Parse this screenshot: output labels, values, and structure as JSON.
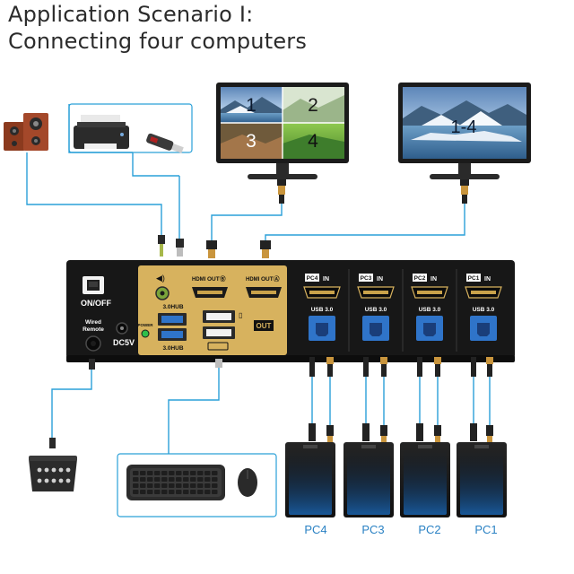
{
  "title": {
    "line1": "Application Scenario I:",
    "line2": "Connecting four computers"
  },
  "monitors": [
    {
      "quadrants": [
        "1",
        "2",
        "3",
        "4"
      ]
    },
    {
      "label": "1-4"
    }
  ],
  "switch": {
    "on_off": "ON/OFF",
    "wired_remote": [
      "Wired",
      "Remote"
    ],
    "dc": "DC5V",
    "power": "POWER",
    "hub_left": "3.0HUB",
    "hub_right": "3.0HUB",
    "out_b": "OUT",
    "out_a": "OUT",
    "out_label": "OUT",
    "inputs": [
      {
        "port": "PC4",
        "in": "IN",
        "usb": "USB 3.0"
      },
      {
        "port": "PC3",
        "in": "IN",
        "usb": "USB 3.0"
      },
      {
        "port": "PC2",
        "in": "IN",
        "usb": "USB 3.0"
      },
      {
        "port": "PC1",
        "in": "IN",
        "usb": "USB 3.0"
      }
    ]
  },
  "pcs": [
    "PC4",
    "PC3",
    "PC2",
    "PC1"
  ],
  "colors": {
    "cable": "#2aa0d8",
    "panel": "#171717",
    "gold": "#d7b25e",
    "usb_blue": "#2f74c9",
    "pc_label": "#2b82c4"
  }
}
